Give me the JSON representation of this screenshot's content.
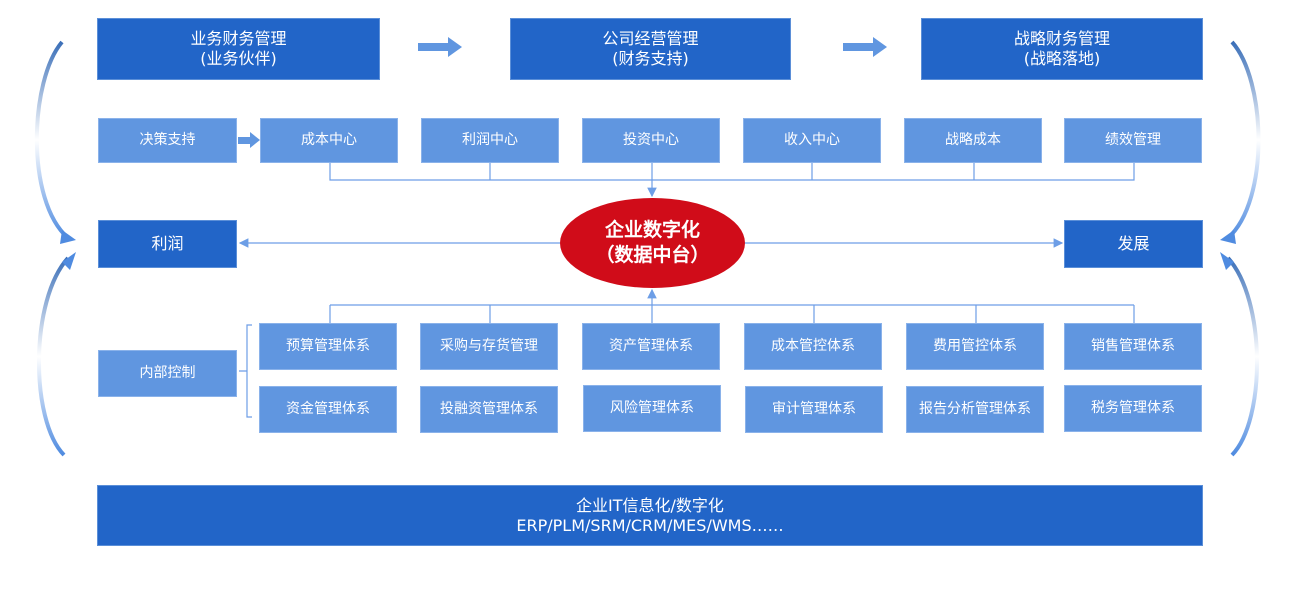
{
  "top_row": [
    {
      "line1": "业务财务管理",
      "line2": "(业务伙伴)"
    },
    {
      "line1": "公司经营管理",
      "line2": "(财务支持)"
    },
    {
      "line1": "战略财务管理",
      "line2": "(战略落地)"
    }
  ],
  "decision_support": "决策支持",
  "centers": [
    "成本中心",
    "利润中心",
    "投资中心",
    "收入中心",
    "战略成本",
    "绩效管理"
  ],
  "profit": "利润",
  "development": "发展",
  "core": {
    "line1": "企业数字化",
    "line2": "（数据中台）"
  },
  "internal_control": "内部控制",
  "systems_row1": [
    "预算管理体系",
    "采购与存货管理",
    "资产管理体系",
    "成本管控体系",
    "费用管控体系",
    "销售管理体系"
  ],
  "systems_row2": [
    "资金管理体系",
    "投融资管理体系",
    "风险管理体系",
    "审计管理体系",
    "报告分析管理体系",
    "税务管理体系"
  ],
  "it_bar": {
    "line1": "企业IT信息化/数字化",
    "line2": "ERP/PLM/SRM/CRM/MES/WMS……"
  },
  "colors": {
    "dark_blue": "#2265c8",
    "light_blue": "#6096e0",
    "core_red": "#d00c19",
    "connector": "#6d9ee6"
  }
}
